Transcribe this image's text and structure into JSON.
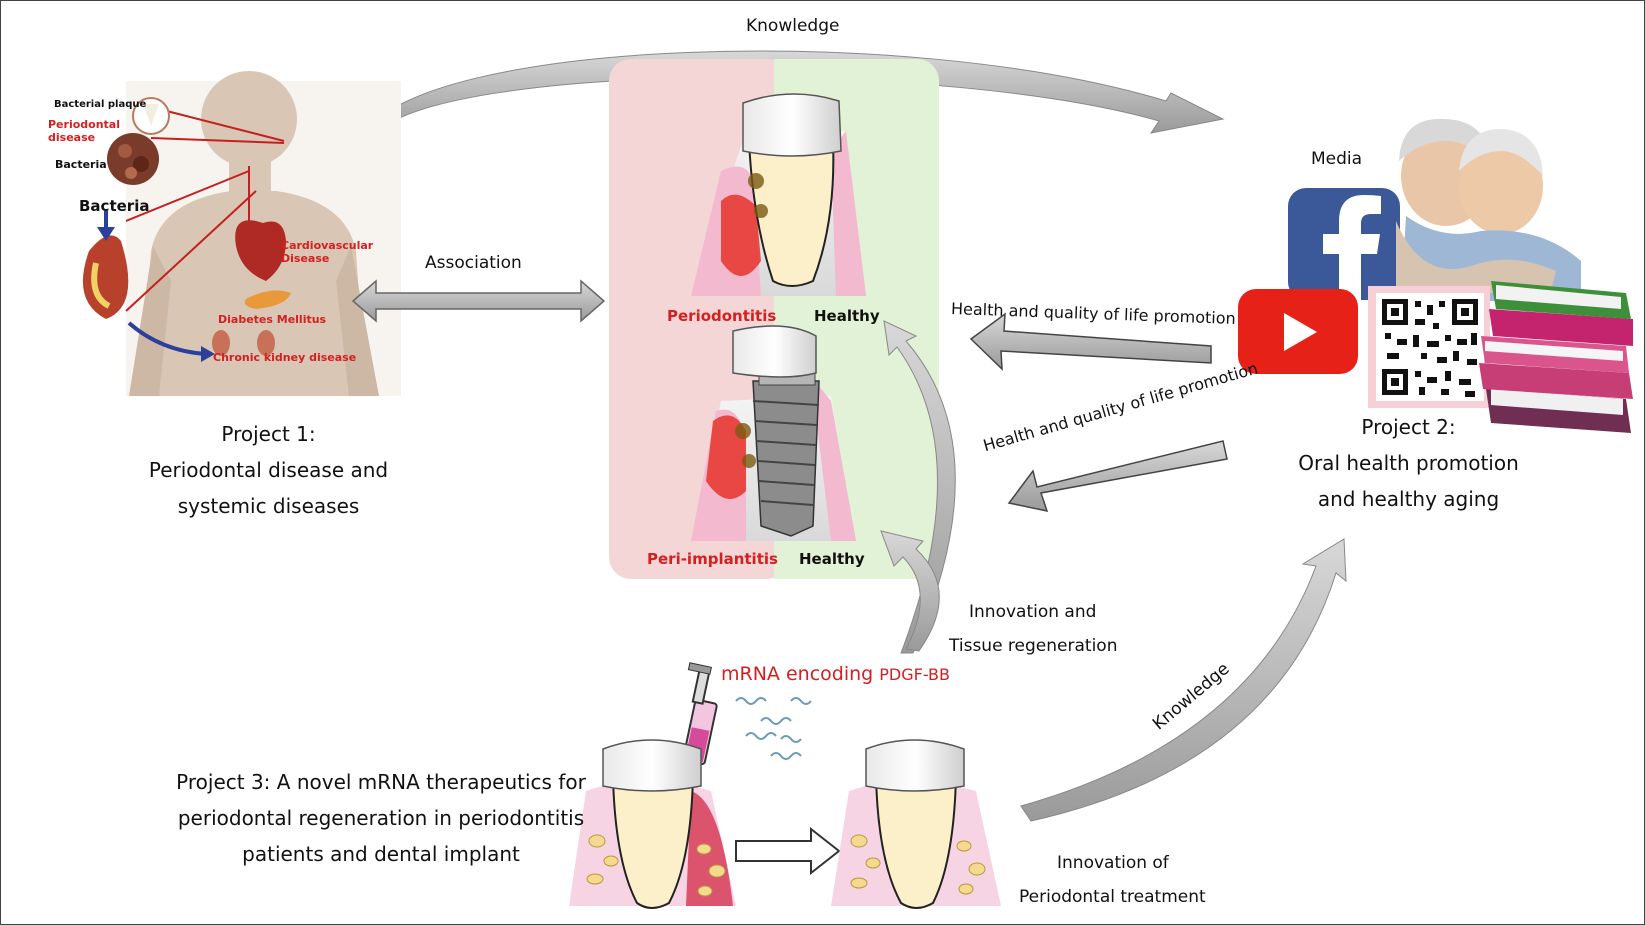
{
  "labels": {
    "knowledge_top": "Knowledge",
    "association": "Association",
    "media": "Media",
    "health_promo_1": "Health and quality of life promotion",
    "health_promo_2": "Health and quality of life promotion",
    "innovation_regen_1": "Innovation and",
    "innovation_regen_2": "Tissue regeneration",
    "knowledge_bottom": "Knowledge",
    "innovation_treat_1": "Innovation of",
    "innovation_treat_2": "Periodontal treatment",
    "mrna_a": "mRNA encoding ",
    "mrna_b": "PDGF-BB"
  },
  "body_figure": {
    "bacterial_plaque": "Bacterial plaque",
    "periodontal_disease_1": "Periodontal",
    "periodontal_disease_2": "disease",
    "bacteria_small": "Bacteria",
    "bacteria_big": "Bacteria",
    "cardio_1": "Cardiovascular",
    "cardio_2": "Disease",
    "diabetes": "Diabetes Mellitus",
    "ckd": "Chronic kidney disease"
  },
  "teeth_panel": {
    "periodontitis": "Periodontitis",
    "healthy_1": "Healthy",
    "peri_implantitis": "Peri-implantitis",
    "healthy_2": "Healthy"
  },
  "projects": {
    "p1_title": "Project 1:",
    "p1_line1": "Periodontal disease and",
    "p1_line2": "systemic diseases",
    "p2_title": "Project 2:",
    "p2_line1": "Oral health promotion",
    "p2_line2": "and healthy aging",
    "p3_line1": "Project 3: A novel mRNA therapeutics for",
    "p3_line2": "periodontal regeneration in periodontitis",
    "p3_line3": "patients and dental implant"
  },
  "colors": {
    "disease_panel": "#f5d6d6",
    "healthy_panel": "#e2f2d6",
    "arrow_gray": "#a8a8a8",
    "red_label": "#d42020",
    "facebook_blue": "#3b5998",
    "youtube_red": "#e62117"
  },
  "icons": [
    "facebook-icon",
    "youtube-icon",
    "qr-code-icon",
    "books-icon",
    "syringe-icon",
    "human-body-icon",
    "tooth-icon",
    "dental-implant-icon",
    "elderly-couple-icon"
  ]
}
